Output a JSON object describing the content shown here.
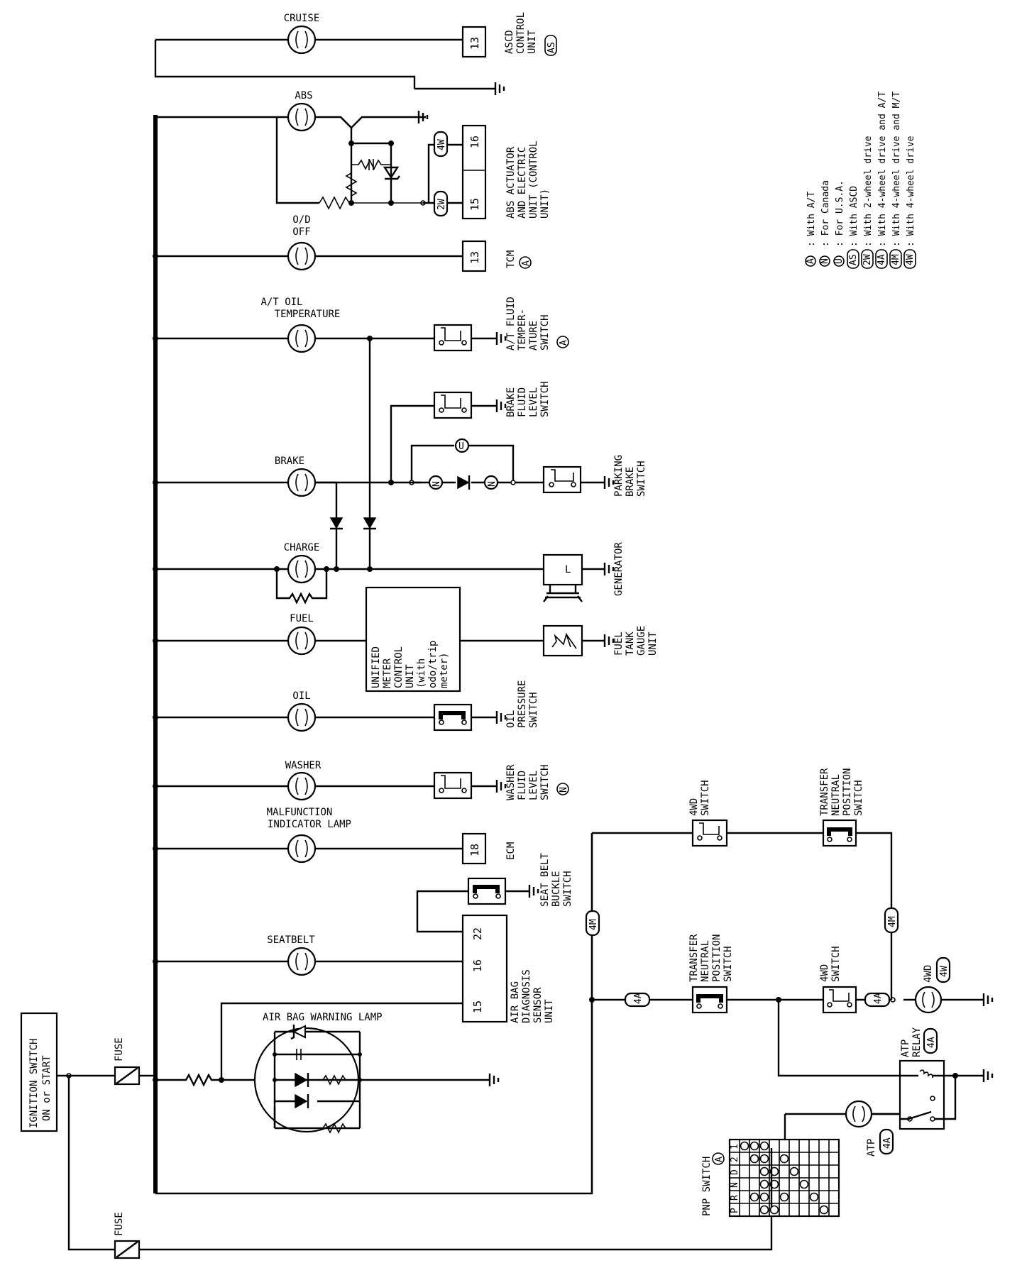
{
  "ignition_switch": {
    "lines": [
      "IGNITION SWITCH",
      "ON or START"
    ]
  },
  "fuses": {
    "upper": "FUSE",
    "lower": "FUSE"
  },
  "lamps": {
    "cruise": [
      "CRUISE"
    ],
    "abs": [
      "ABS"
    ],
    "od_off": [
      "O/D",
      "OFF"
    ],
    "at_oil_temp": [
      "A/T OIL",
      "TEMPERATURE"
    ],
    "brake": [
      "BRAKE"
    ],
    "charge": [
      "CHARGE"
    ],
    "fuel": [
      "FUEL"
    ],
    "oil": [
      "OIL"
    ],
    "washer": [
      "WASHER"
    ],
    "mil": [
      "MALFUNCTION",
      "INDICATOR LAMP"
    ],
    "seatbelt": [
      "SEATBELT"
    ],
    "airbag": [
      "AIR BAG WARNING LAMP"
    ]
  },
  "components": {
    "ascd": {
      "pin": "13",
      "lines": [
        "ASCD",
        "CONTROL",
        "UNIT"
      ],
      "tag": "AS"
    },
    "abs_actuator": {
      "pins": [
        "16",
        "15"
      ],
      "lines": [
        "ABS ACTUATOR",
        "AND ELECTRIC",
        "UNIT (CONTROL",
        "UNIT)"
      ]
    },
    "tcm": {
      "pin": "13",
      "lines": [
        "TCM"
      ],
      "tag": "A"
    },
    "at_fluid_temp_switch": {
      "lines": [
        "A/T FLUID",
        "TEMPER-",
        "ATURE",
        "SWITCH"
      ],
      "tag": "A"
    },
    "brake_fluid_switch": {
      "lines": [
        "BRAKE",
        "FLUID",
        "LEVEL",
        "SWITCH"
      ]
    },
    "parking_brake_switch": {
      "lines": [
        "PARKING",
        "BRAKE",
        "SWITCH"
      ]
    },
    "generator": {
      "lines": [
        "GENERATOR"
      ],
      "terminal": "L"
    },
    "unified_meter": {
      "lines": [
        "UNIFIED",
        "METER",
        "CONTROL",
        "UNIT",
        "(with",
        "odo/trip",
        "meter)"
      ]
    },
    "fuel_tank_gauge": {
      "lines": [
        "FUEL",
        "TANK",
        "GAUGE",
        "UNIT"
      ]
    },
    "oil_pressure_switch": {
      "lines": [
        "OIL",
        "PRESSURE",
        "SWITCH"
      ]
    },
    "washer_fluid_switch": {
      "lines": [
        "WASHER",
        "FLUID",
        "LEVEL",
        "SWITCH"
      ],
      "tag": "N"
    },
    "ecm": {
      "pin": "18",
      "lines": [
        "ECM"
      ]
    },
    "seat_belt_buckle_switch": {
      "lines": [
        "SEAT BELT",
        "BUCKLE",
        "SWITCH"
      ]
    },
    "airbag_diagnosis": {
      "pins": [
        "22",
        "16",
        "15"
      ],
      "lines": [
        "AIR BAG",
        "DIAGNOSIS",
        "SENSOR",
        "UNIT"
      ]
    },
    "fourwd_switch_upper": {
      "lines": [
        "4WD",
        "SWITCH"
      ]
    },
    "transfer_neutral_upper": {
      "lines": [
        "TRANSFER",
        "NEUTRAL",
        "POSITION",
        "SWITCH"
      ]
    },
    "transfer_neutral_lower": {
      "lines": [
        "TRANSFER",
        "NEUTRAL",
        "POSITION",
        "SWITCH"
      ]
    },
    "fourwd_switch_lower": {
      "lines": [
        "4WD",
        "SWITCH"
      ]
    },
    "fourwd_lamp": {
      "lines": [
        "4WD"
      ],
      "tag": "4W"
    },
    "atp_relay": {
      "lines": [
        "ATP",
        "RELAY"
      ],
      "tag": "4A"
    },
    "atp_lamp": {
      "lines": [
        "ATP"
      ],
      "tag": "4A"
    },
    "pnp_switch": {
      "lines": [
        "PNP SWITCH"
      ],
      "tag": "A",
      "positions": [
        "P",
        "R",
        "N",
        "D",
        "2",
        "1"
      ]
    }
  },
  "option_tags": {
    "n1": "N",
    "n2": "N",
    "u": "U",
    "w4_abs": "4W",
    "w2_abs": "2W",
    "m4_left": "4M",
    "m4_right": "4M",
    "a4_left": "4A",
    "a4_right": "4A"
  },
  "legend": [
    {
      "tag": "A",
      "text": ": With A/T"
    },
    {
      "tag": "N",
      "text": ": For Canada"
    },
    {
      "tag": "U",
      "text": ": For U.S.A."
    },
    {
      "tag": "AS",
      "text": ": With ASCD"
    },
    {
      "tag": "2W",
      "text": ": With 2-wheel drive"
    },
    {
      "tag": "4A",
      "text": ": With 4-wheel drive and A/T"
    },
    {
      "tag": "4M",
      "text": ": With 4-wheel drive and M/T"
    },
    {
      "tag": "4W",
      "text": ": With 4-wheel drive"
    }
  ]
}
